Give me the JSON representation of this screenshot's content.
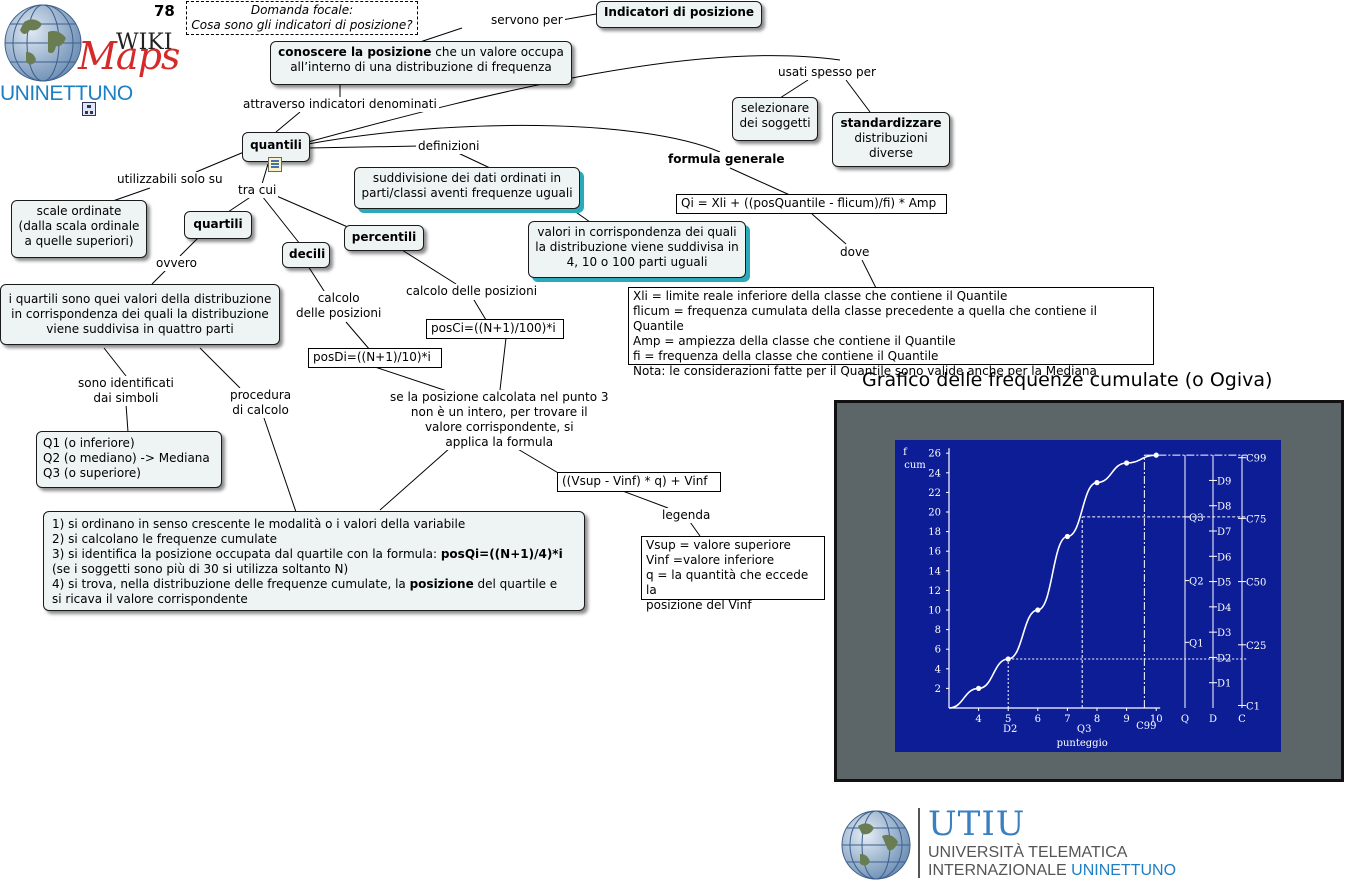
{
  "page_number": "78",
  "focal_question": {
    "title": "Domanda focale:",
    "text": "Cosa sono gli indicatori di posizione?"
  },
  "logo_wikimaps": {
    "wiki": "WIKI",
    "maps": "Maps",
    "university": "UNINETTUNO"
  },
  "nodes": {
    "indicatori": "Indicatori di posizione",
    "conoscere_bold": "conoscere la posizione",
    "conoscere_rest": " che un valore occupa\nall’interno di una distribuzione di frequenza",
    "quantili_main": "quantili",
    "selezionare": "selezionare\ndei soggetti",
    "standardizzare_bold": "standardizzare",
    "standardizzare_rest": "\ndistribuzioni\ndiverse",
    "suddivisione": "suddivisione dei dati ordinati in\nparti/classi aventi frequenze uguali",
    "valori_corrispondenza": "valori in corrispondenza dei quali\nla distribuzione viene suddivisa in\n4, 10 o 100 parti uguali",
    "scale_ordinate": "scale ordinate\n(dalla scala ordinale\na quelle superiori)",
    "quartili": "quartili",
    "decili": "decili",
    "percentili": "percentili",
    "quartili_def": "i quartili sono quei valori della distribuzione\nin corrispondenza dei quali la distribuzione\nviene suddivisa in quattro parti",
    "simboli": "Q1 (o inferiore)\nQ2 (o mediano) -> Mediana\nQ3 (o superiore)",
    "procedura_1": "1) si ordinano in senso crescente le modalità o i valori della variabile\n2) si calcolano le frequenze cumulate\n3) si identifica la posizione occupata dal quartile con la formula: ",
    "procedura_formula": "posQi=((N+1)/4)*i",
    "procedura_2": "\n(se i soggetti sono più di 30 si utilizza soltanto N)\n4) si trova, nella distribuzione delle frequenze cumulate, la ",
    "procedura_posizione": "posizione",
    "procedura_3": " del quartile e\nsi ricava il valore corrispondente"
  },
  "formula_boxes": {
    "formula_generale": "Qi = Xli + ((posQuantile - flicum)/fi) * Amp",
    "dove": "Xli = limite reale inferiore della classe che contiene il Quantile\nflicum = frequenza cumulata della classe precedente a quella che contiene il Quantile\nAmp = ampiezza della classe che contiene il Quantile\nfi = frequenza della classe che contiene il Quantile\nNota: le considerazioni fatte per il Quantile sono valide anche per la Mediana",
    "posCi": "posCi=((N+1)/100)*i",
    "posDi": "posDi=((N+1)/10)*i",
    "vsup": "((Vsup - Vinf) * q) + Vinf",
    "legenda": "Vsup = valore superiore\nVinf =valore inferiore\nq = la quantità che eccede la\nposizione del Vinf"
  },
  "link_labels": {
    "servono_per": "servono per",
    "attraverso": "attraverso indicatori denominati",
    "usati_spesso_per": "usati spesso per",
    "definizioni": "definizioni",
    "formula_generale": "formula generale",
    "utilizzabili": "utilizzabili solo su",
    "tra_cui": "tra cui",
    "ovvero": "ovvero",
    "dove": "dove",
    "calcolo_posizioni_d": "calcolo\ndelle posizioni",
    "calcolo_posizioni_c": "calcolo delle posizioni",
    "sono_identificati": "sono identificati\ndai simboli",
    "procedura": "procedura\ndi calcolo",
    "se_la_posizione": "se la posizione calcolata nel punto 3\nnon è un intero, per trovare il\nvalore corrispondente, si\napplica la formula",
    "legenda": "legenda"
  },
  "graph_title": "Grafico delle frequenze cumulate (o Ogiva)",
  "chart_data": {
    "type": "line",
    "title": "",
    "ylabel": "f\ncum",
    "xlabel": "punteggio",
    "x_ticks": [
      "4",
      "5",
      "6",
      "7",
      "8",
      "9",
      "10"
    ],
    "y_ticks": [
      "2",
      "4",
      "6",
      "8",
      "10",
      "12",
      "14",
      "16",
      "18",
      "20",
      "22",
      "24",
      "26"
    ],
    "ylim": [
      0,
      26
    ],
    "xlim": [
      3,
      10
    ],
    "series": [
      {
        "x": [
          3.0,
          4.0,
          5.0,
          6.0,
          7.0,
          8.0,
          9.0,
          10.0
        ],
        "y": [
          0.0,
          2.0,
          5.0,
          10.0,
          17.5,
          23.0,
          25.0,
          25.8
        ]
      }
    ],
    "x_markers": [
      "D2",
      "Q3",
      "C99"
    ],
    "q_scale": [
      "Q1",
      "Q2",
      "Q3"
    ],
    "d_scale": [
      "D1",
      "D2",
      "D3",
      "D4",
      "D5",
      "D6",
      "D7",
      "D8",
      "D9"
    ],
    "c_scale": [
      "C1",
      "C25",
      "C50",
      "C75",
      "C99"
    ],
    "scale_axis_labels": [
      "Q",
      "D",
      "C"
    ],
    "colors": {
      "background": "#0d1d96",
      "frame": "#5c6568",
      "line": "#ffffff"
    }
  },
  "footer_logo": {
    "acronym": "UTIU",
    "line1": "UNIVERSITÀ TELEMATICA",
    "line2a": "INTERNAZIONALE ",
    "line2b": "UNINETTUNO"
  },
  "colors": {
    "node_fill": "#eef3f3",
    "teal_shadow": "#2aaab8",
    "uninettuno_blue": "#1d7fc4",
    "maps_red": "#d42a2a"
  }
}
